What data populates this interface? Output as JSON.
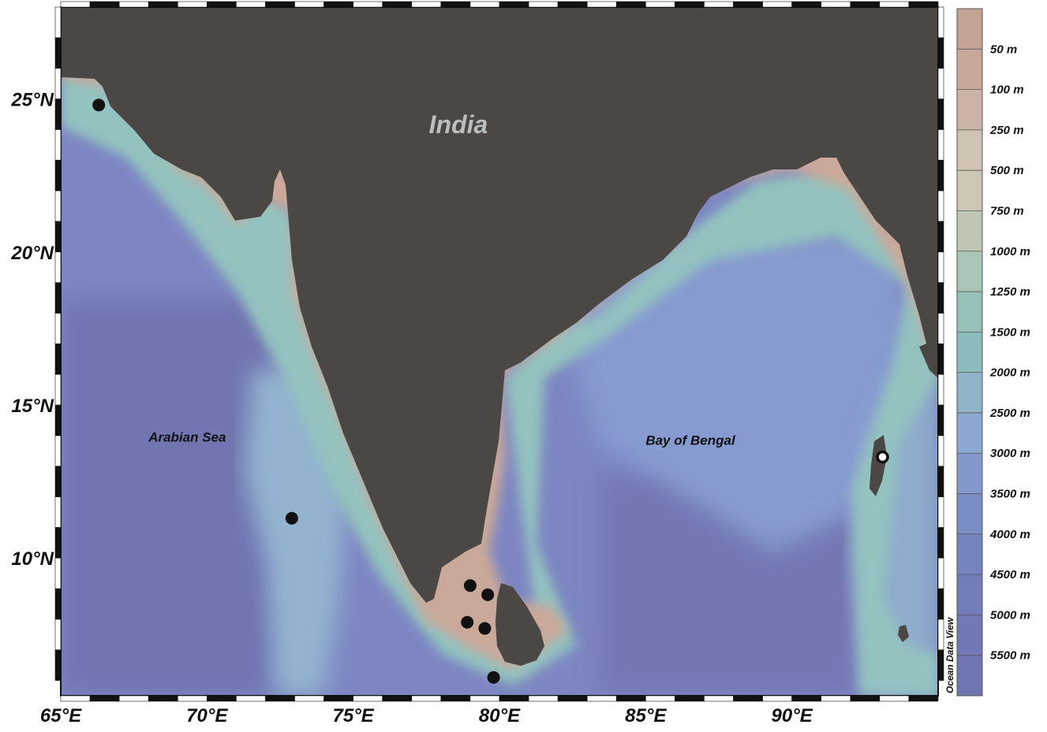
{
  "map": {
    "country_label": "India",
    "regions": [
      {
        "name": "Arabian Sea",
        "lon": 68.0,
        "lat": 13.8
      },
      {
        "name": "Bay of Bengal",
        "lon": 85.0,
        "lat": 13.7
      }
    ],
    "lon_ticks": [
      "65°E",
      "70°E",
      "75°E",
      "80°E",
      "85°E",
      "90°E"
    ],
    "lat_ticks": [
      "25°N",
      "20°N",
      "15°N",
      "10°N"
    ],
    "lon_range": [
      65,
      95
    ],
    "lat_range": [
      5.5,
      28
    ],
    "credit": "Ocean Data View",
    "land_color": "#4a4745",
    "stations": [
      {
        "lon": 66.3,
        "lat": 24.8,
        "style": "filled"
      },
      {
        "lon": 72.9,
        "lat": 11.3,
        "style": "filled"
      },
      {
        "lon": 79.0,
        "lat": 9.1,
        "style": "filled"
      },
      {
        "lon": 79.6,
        "lat": 8.8,
        "style": "filled"
      },
      {
        "lon": 78.9,
        "lat": 7.9,
        "style": "filled"
      },
      {
        "lon": 79.5,
        "lat": 7.7,
        "style": "filled"
      },
      {
        "lon": 79.8,
        "lat": 6.1,
        "style": "filled"
      },
      {
        "lon": 93.1,
        "lat": 13.3,
        "style": "open"
      }
    ]
  },
  "legend": {
    "items": [
      {
        "label": "50 m",
        "color": "#c7a89b"
      },
      {
        "label": "100 m",
        "color": "#cbb4a7"
      },
      {
        "label": "250 m",
        "color": "#cfc3b3"
      },
      {
        "label": "500 m",
        "color": "#ccc8b5"
      },
      {
        "label": "750 m",
        "color": "#bdc7b4"
      },
      {
        "label": "1000 m",
        "color": "#a9c5b6"
      },
      {
        "label": "1250 m",
        "color": "#96c1b9"
      },
      {
        "label": "1500 m",
        "color": "#8dbcbd"
      },
      {
        "label": "2000 m",
        "color": "#8fb4c8"
      },
      {
        "label": "2500 m",
        "color": "#8aa8d0"
      },
      {
        "label": "3000 m",
        "color": "#8399cb"
      },
      {
        "label": "3500 m",
        "color": "#7a8cc4"
      },
      {
        "label": "4000 m",
        "color": "#7584bf"
      },
      {
        "label": "4500 m",
        "color": "#727db9"
      },
      {
        "label": "5000 m",
        "color": "#7079b5"
      },
      {
        "label": "5500 m",
        "color": "#6f75b0"
      }
    ]
  }
}
